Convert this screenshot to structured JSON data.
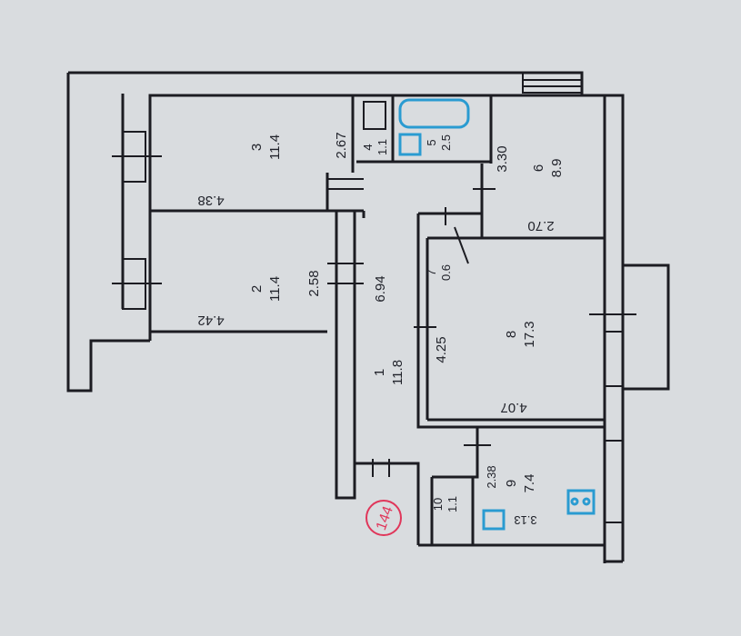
{
  "plan": {
    "colors": {
      "wall": "#1c1c22",
      "background": "#d9dcdf",
      "fixture": "#2a9bd1",
      "stamp": "#e0365a"
    },
    "stamp": "144",
    "rooms": [
      {
        "number": "1",
        "area": "11.8"
      },
      {
        "number": "2",
        "area": "11.4"
      },
      {
        "number": "3",
        "area": "11.4"
      },
      {
        "number": "4",
        "area": "1.1"
      },
      {
        "number": "5",
        "area": "2.5"
      },
      {
        "number": "6",
        "area": "8.9"
      },
      {
        "number": "7",
        "area": "0.6"
      },
      {
        "number": "8",
        "area": "17.3"
      },
      {
        "number": "9",
        "area": "7.4"
      },
      {
        "number": "10",
        "area": "1.1"
      }
    ],
    "dimensions": {
      "room3_depth": "4.38",
      "room3_width": "2.67",
      "room2_depth": "4.42",
      "room2_width": "2.58",
      "corridor_length": "6.94",
      "room6_width": "3.30",
      "room6_depth": "2.70",
      "room8_width": "4.25",
      "room8_depth": "4.07",
      "room9_width": "2.38",
      "room9_depth": "3.13"
    }
  }
}
